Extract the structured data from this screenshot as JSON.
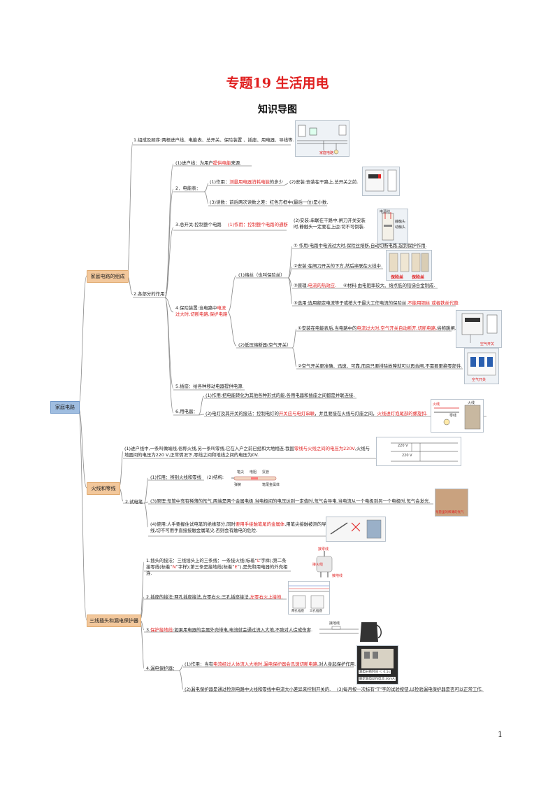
{
  "title": "专题19 生活用电",
  "subtitle": "知识导图",
  "page_number": "1",
  "root": "家庭电路",
  "branches": {
    "b1": "家庭电路的组成",
    "b2": "火线和零线",
    "b3": "三线插头和漏电保护器"
  },
  "s1": {
    "comp": "1.组成及顺序:两根进户线、电能表、总开关、保险装置 、插座、用电器、导线等.",
    "img1_label": "家庭电路",
    "parts": "2.各部分的作用：",
    "p1": "(1)进户线：为用户",
    "p1_red": "提供电能",
    "p1_end": "来源.",
    "p2": "2．电能表：",
    "p2a": "(1)作用：",
    "p2a_red": "测量用电器消耗电能",
    "p2a_end": "的多少",
    "p2b": "(2)安装:安装在干路上,总开关之前.",
    "p2c": "(3)读数：前后两次读数之差：红色方框中(最后一位)是小数.",
    "p3": "3.总开关:控制整个电路",
    "p3_red": "(1)作用：控制整个电路的通断",
    "p3b": "(2)安装:串联在干路中;闸刀开关安装时,静触头一定要在上边;切不可倒装.",
    "img3_a": "电源线",
    "img3_b": "静触头",
    "img3_c": "动触头",
    "p4_a": "4.保险装置:当电路中",
    "p4_red1": "电流过大时,切断电路,保护电路",
    "fuse": "(1)熔丝（也叫保险丝）",
    "f1": "① 作用:电路中电流过大时,保险丝熔断,自动切断电路,起到保护作用.",
    "f2": "②安装:在闸刀开关的下方,然后串联在火线中.",
    "f3": "③原理:",
    "f3_red": "电流的热效应.",
    "f4": "④材料:由电阻率较大、熔点低的铅锑合金制成.",
    "f5": "⑤选用:选用额定电流等于或稍大于最大工作电流的保险丝.",
    "f5_red": "不能用铜丝 或者铁丝代替.",
    "img_fuse1": "保险丝",
    "img_fuse2": "保险丝",
    "breaker": "(2)低压熔断器(空气开关）",
    "k1": "①安装在电能表后,当电路中的",
    "k1_red": "电流过大时,空气开关自动断开,切断电路,",
    "k1_end": "俗称跳闸.",
    "k2": "②空气开关更准确、迅速、可靠,而且只要排除故障就可以再合闸,不需要更换零部件.",
    "img_k1": "空气开关",
    "img_k2": "空气开关",
    "p5": "5.插座：给各种移动电器提供电源.",
    "p6": "6.用电器：",
    "p6a": "(1)作用:把电能转化为其他各种形式的能.各用电器和插座之间都是并联连接.",
    "p6b": "(2)电灯及其开关的接法：控制电灯的",
    "p6b_red": "开关应与电灯串联",
    "p6b_mid": "，并且要接在火线与灯座之间，",
    "p6b_red2": "火线进灯泡尾部的螺旋扣.",
    "img6_a": "火线",
    "img6_b": "零线",
    "img6_c": "火线"
  },
  "s2": {
    "intro_a": "(1)进户线中,一条叫做端线,俗称火线,另一条叫零线,它在入户之前已经和大地相连.我国",
    "intro_red": "零线与火线之间的电压为220V",
    "intro_b": ",火线与地面间的电压为220 V,正常情况下,零线之间和地线之间的电压为0V.",
    "img_v1": "220 V",
    "img_v2": "220 V",
    "pen": "2.试电笔",
    "pen1": "(1)作用：辨别火线和零线",
    "pen2": "(2)结构:",
    "pen_parts": [
      "笔尖",
      "电阻",
      "氖管",
      "弹簧",
      "笔尾金属体"
    ],
    "pen3": "(3)原理:氖管中充有稀薄的氖气,两端是两个金属电极.当电极间的电压达到一定值时,氖气会导电.当电流从一个电极到另一个电极时,氖气会发光.",
    "pen3_img": "氖管里的稀薄的氖气",
    "pen4_a": "(4)使用:人手要握住试电笔的绝缘部分,同时",
    "pen4_red": "要用手接触笔尾的金属体",
    "pen4_b": ",用笔尖接触被测的导线,切不可用手直接接触金属笔尖,否则会有触电的危险."
  },
  "s3": {
    "t1_a": "1.插头的接法：三线插头上的三条线：一条接火线(标着“",
    "t1_L": "L",
    "t1_b": "”字样);第二条接零线(标着“",
    "t1_N": "N",
    "t1_c": "”字样);第三条是接地线(标着“",
    "t1_E": "E",
    "t1_d": "”),是先和用电器的外壳相连.",
    "plug_caps": [
      "接零线",
      "接火线",
      "接地线"
    ],
    "t2_a": "2.插座的接法:两孔插座接法,左零右火;三孔插座接法,",
    "t2_red": "左零右火上接地.",
    "socket_caps": [
      "两孔插座",
      "三孔插座"
    ],
    "t3_a": "3.",
    "t3_red": "保护接地线",
    "t3_b": ":如果用电器的金属外壳带电,电流就会通过流入大地,不致对人造成伤害.",
    "t3_img": "接地线",
    "t4": "4.漏电保护器：",
    "t4a_a": "(1)作用：当有",
    "t4a_red": "电流经过人体流入大地时,漏电保护器会迅速切断电路",
    "t4a_b": ",对人身起保护作用.",
    "t4b": "(2)漏电保护器是通过检测电路中火线和零线中电流大小差异来控制开关的.",
    "t4c": "(3)每月按一次标有“T”字的试验按钮,以检验漏电保护器是否可以正常工作.",
    "rcd_cap1": "漏电分断时间 ＜ 0.1s",
    "rcd_cap2": "额定漏电动作电流 30mA"
  }
}
